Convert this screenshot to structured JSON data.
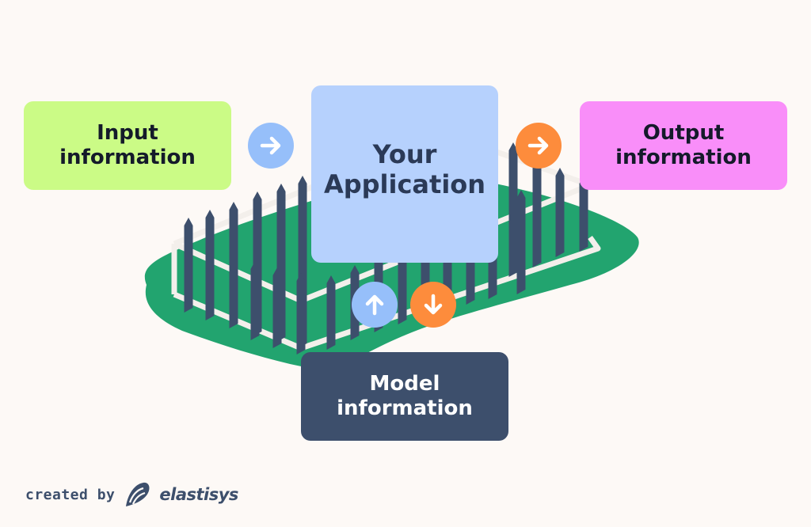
{
  "diagram": {
    "nodes": {
      "input": {
        "line1": "Input",
        "line2": "information",
        "color": "#cbfb86"
      },
      "application": {
        "line1": "Your",
        "line2": "Application",
        "color": "#b6d1fd"
      },
      "output": {
        "line1": "Output",
        "line2": "information",
        "color": "#f98ef9"
      },
      "model": {
        "line1": "Model",
        "line2": "information",
        "color": "#3d4f6c"
      }
    },
    "arrows": [
      {
        "from": "input",
        "to": "application",
        "icon": "arrow-right-icon",
        "color": "#96bffa"
      },
      {
        "from": "application",
        "to": "output",
        "icon": "arrow-right-icon",
        "color": "#fd8c3c"
      },
      {
        "from": "model",
        "to": "application",
        "icon": "arrow-up-icon",
        "color": "#96bffa"
      },
      {
        "from": "application",
        "to": "model",
        "icon": "arrow-down-icon",
        "color": "#fd8c3c"
      }
    ],
    "illustration": {
      "subject": "fenced-green-lawn",
      "grass_color": "#22a46f",
      "fence_color": "#3d4f6c",
      "rail_color": "#f3efeb"
    }
  },
  "footer": {
    "created_by": "created by",
    "brand": "elastisys"
  }
}
